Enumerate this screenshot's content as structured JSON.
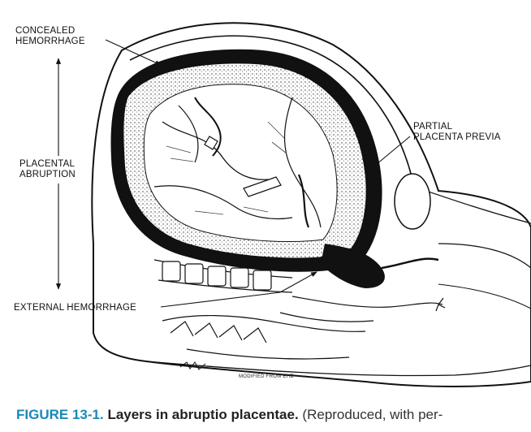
{
  "labels": {
    "concealed": [
      "CONCEALED",
      "HEMORRHAGE"
    ],
    "abruption": [
      "PLACENTAL",
      "ABRUPTION"
    ],
    "previa": [
      "PARTIAL",
      "PLACENTA PREVIA"
    ],
    "external": "EXTERNAL HEMORRHAGE",
    "credit": "MODIFIED FROM EHB"
  },
  "caption": {
    "number": "FIGURE 13-1.",
    "title": "Layers in abruptio placentae.",
    "note": "(Reproduced, with per-"
  }
}
